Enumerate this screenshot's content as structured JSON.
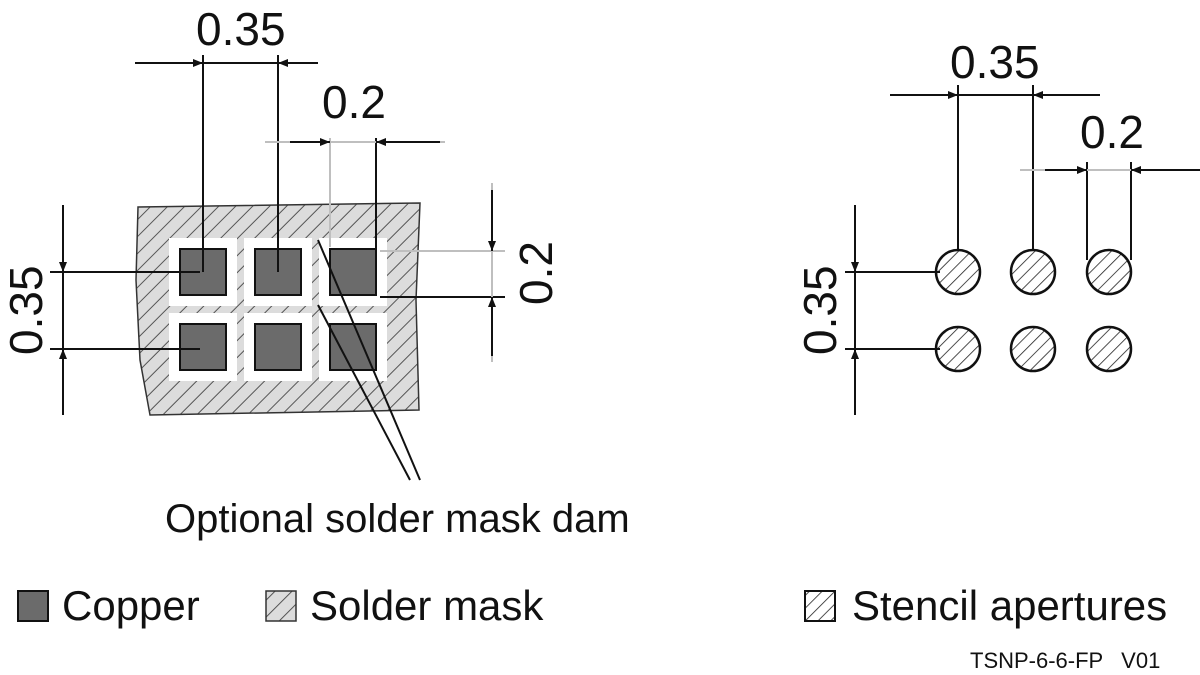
{
  "left": {
    "dim_pitch_x": "0.35",
    "dim_pad_x": "0.2",
    "dim_pitch_y": "0.35",
    "dim_pad_y": "0.2"
  },
  "right": {
    "dim_pitch_x": "0.35",
    "dim_pad_x": "0.2",
    "dim_pitch_y": "0.35"
  },
  "note": "Optional solder mask dam",
  "legend": {
    "copper": "Copper",
    "solder_mask": "Solder mask",
    "stencil": "Stencil apertures"
  },
  "drawing_id": "TSNP-6-6-FP   V01",
  "colors": {
    "copper": "#6b6b6b",
    "mask_bg": "#d9d9d9",
    "line": "#111111",
    "grey_line": "#bfbfbf"
  }
}
